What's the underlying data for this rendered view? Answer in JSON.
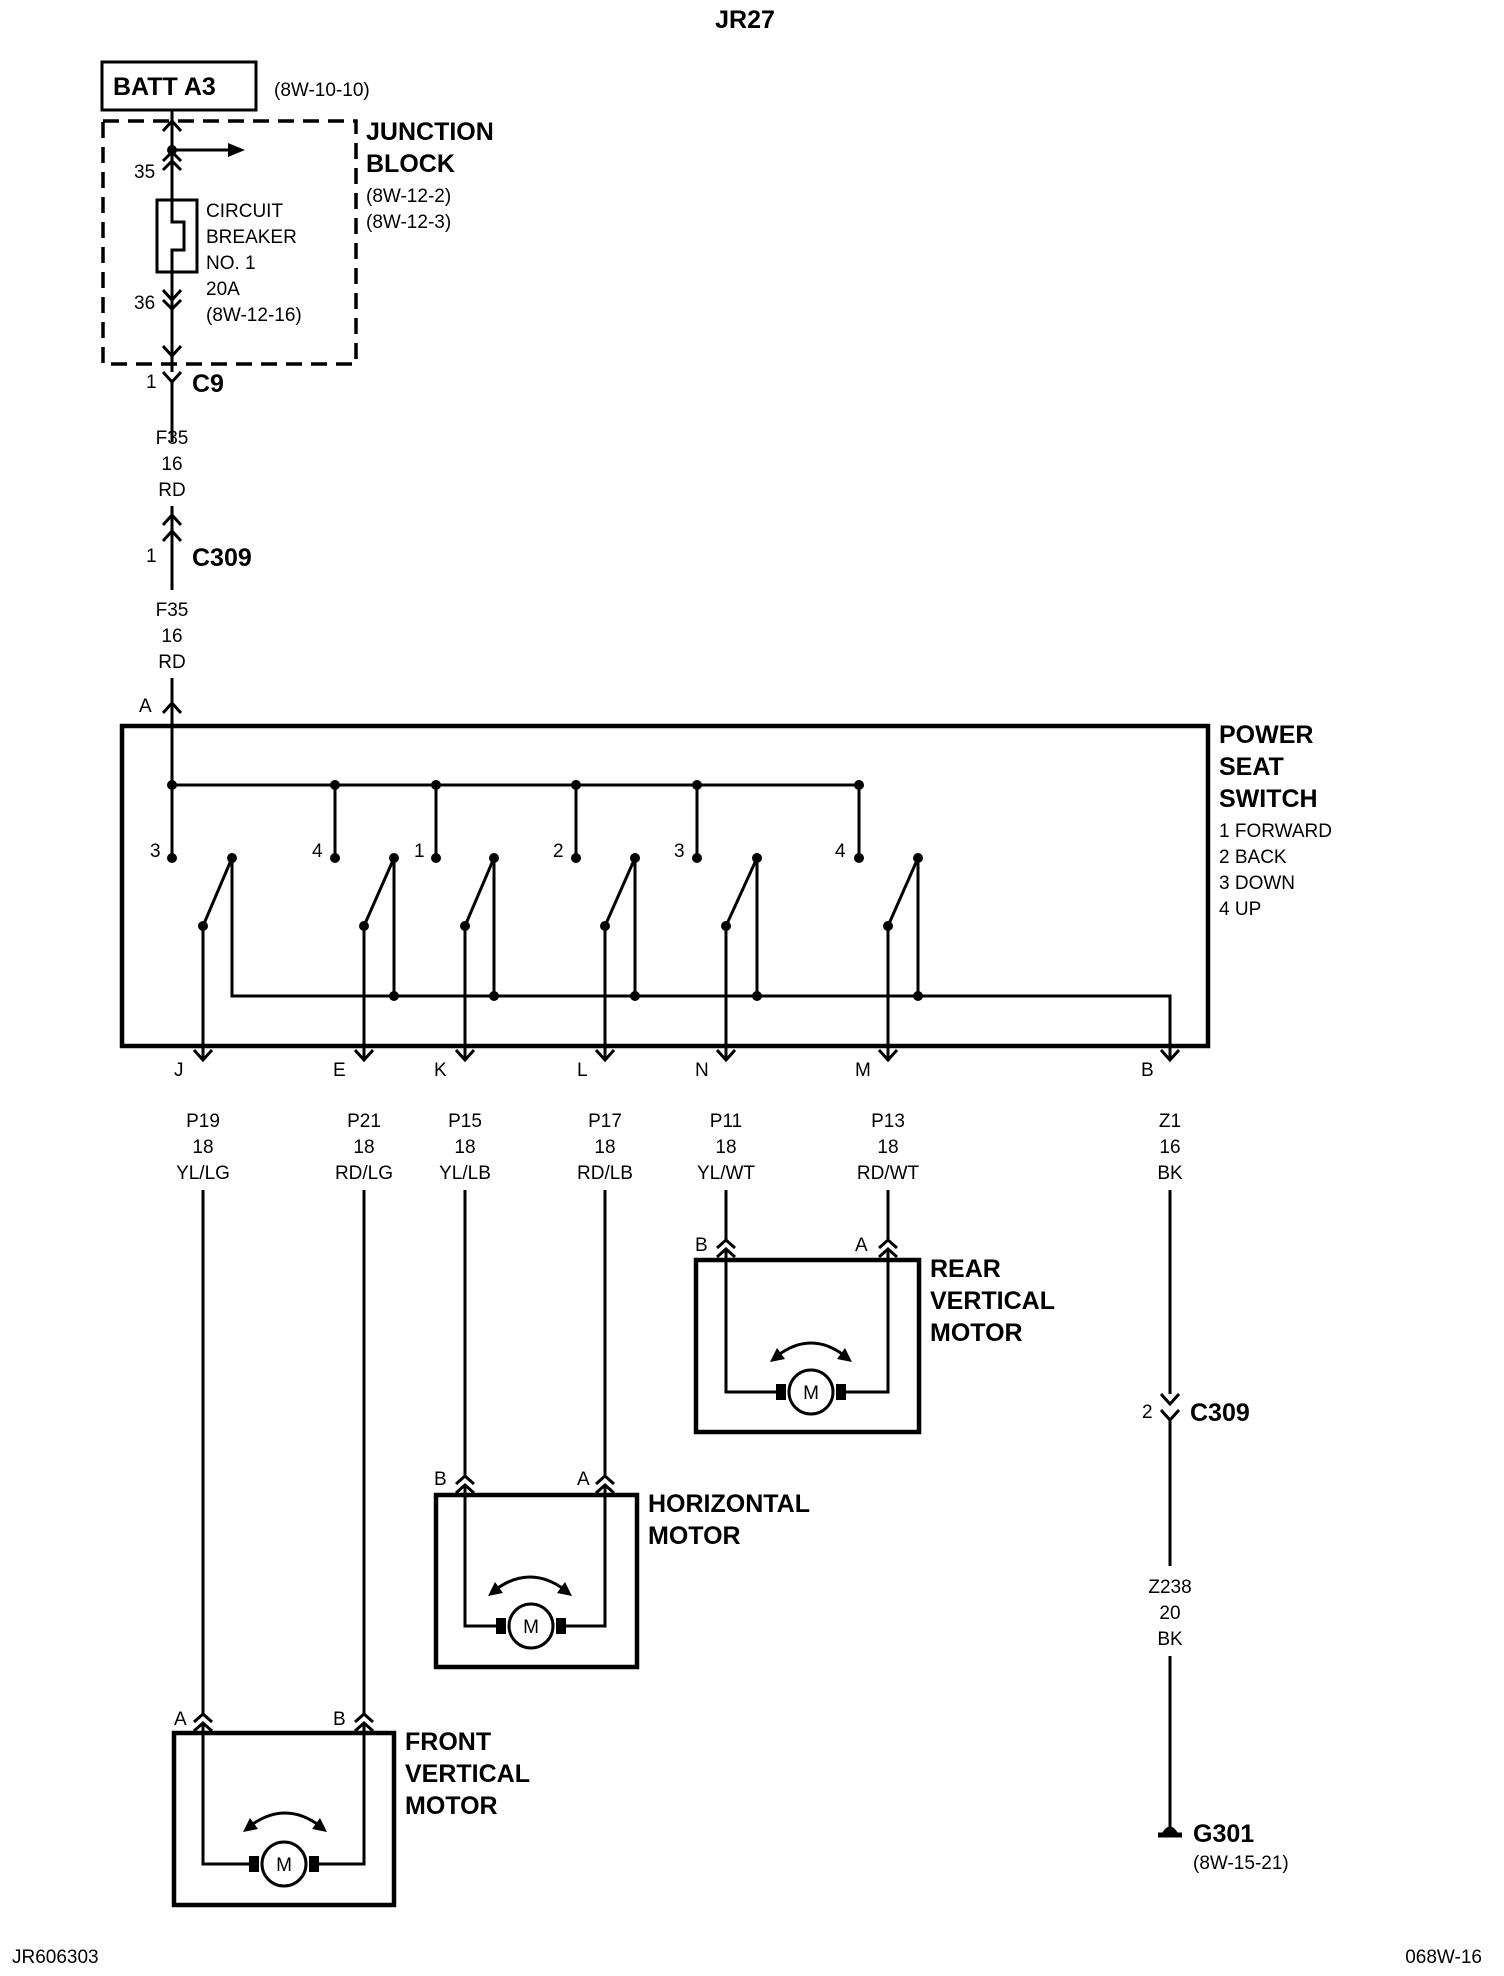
{
  "title": "JR27",
  "footer": {
    "left": "JR606303",
    "right": "068W-16"
  },
  "source": {
    "label": "BATT A3",
    "ref": "(8W-10-10)"
  },
  "junction_block": {
    "title1": "JUNCTION",
    "title2": "BLOCK",
    "ref1": "(8W-12-2)",
    "ref2": "(8W-12-3)",
    "pin_in": "35",
    "pin_out": "36",
    "breaker": [
      "CIRCUIT",
      "BREAKER",
      "NO. 1",
      "20A",
      "(8W-12-16)"
    ]
  },
  "connector_c9": {
    "pin": "1",
    "name": "C9"
  },
  "wire_f35_a": {
    "circuit": "F35",
    "gauge": "16",
    "color": "RD"
  },
  "connector_c309_1": {
    "pin": "1",
    "name": "C309"
  },
  "wire_f35_b": {
    "circuit": "F35",
    "gauge": "16",
    "color": "RD"
  },
  "power_seat_switch": {
    "input_pin": "A",
    "title1": "POWER",
    "title2": "SEAT",
    "title3": "SWITCH",
    "legend": [
      "1 FORWARD",
      "2 BACK",
      "3 DOWN",
      "4 UP"
    ],
    "contact_labels": [
      "3",
      "4",
      "1",
      "2",
      "3",
      "4"
    ]
  },
  "outputs": [
    {
      "pin": "J",
      "circuit": "P19",
      "gauge": "18",
      "color": "YL/LG"
    },
    {
      "pin": "E",
      "circuit": "P21",
      "gauge": "18",
      "color": "RD/LG"
    },
    {
      "pin": "K",
      "circuit": "P15",
      "gauge": "18",
      "color": "YL/LB"
    },
    {
      "pin": "L",
      "circuit": "P17",
      "gauge": "18",
      "color": "RD/LB"
    },
    {
      "pin": "N",
      "circuit": "P11",
      "gauge": "18",
      "color": "YL/WT"
    },
    {
      "pin": "M",
      "circuit": "P13",
      "gauge": "18",
      "color": "RD/WT"
    },
    {
      "pin": "B",
      "circuit": "Z1",
      "gauge": "16",
      "color": "BK"
    }
  ],
  "rear_motor": {
    "pin_left": "B",
    "pin_right": "A",
    "title": [
      "REAR",
      "VERTICAL",
      "MOTOR"
    ],
    "symbol": "M"
  },
  "horizontal_motor": {
    "pin_left": "B",
    "pin_right": "A",
    "title": [
      "HORIZONTAL",
      "MOTOR"
    ],
    "symbol": "M"
  },
  "front_motor": {
    "pin_left": "A",
    "pin_right": "B",
    "title": [
      "FRONT",
      "VERTICAL",
      "MOTOR"
    ],
    "symbol": "M"
  },
  "connector_c309_2": {
    "pin": "2",
    "name": "C309"
  },
  "wire_z238": {
    "circuit": "Z238",
    "gauge": "20",
    "color": "BK"
  },
  "ground": {
    "name": "G301",
    "ref": "(8W-15-21)"
  }
}
